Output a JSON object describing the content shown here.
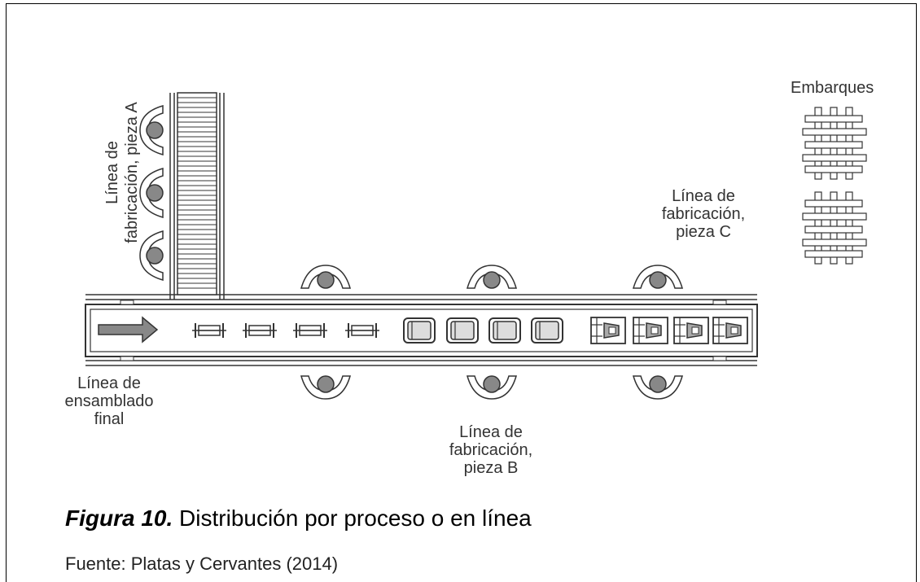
{
  "labels": {
    "piece_a_line1": "Línea de",
    "piece_a_line2": "fabricación, pieza A",
    "piece_c_line1": "Línea de",
    "piece_c_line2": "fabricación,",
    "piece_c_line3": "pieza C",
    "shipping": "Embarques",
    "final_line1": "Línea de",
    "final_line2": "ensamblado",
    "final_line3": "final",
    "piece_b_line1": "Línea de",
    "piece_b_line2": "fabricación,",
    "piece_b_line3": "pieza B"
  },
  "caption": {
    "figure_label": "Figura 10.",
    "title": "Distribución por proceso o en línea"
  },
  "source": "Fuente: Platas y Cervantes (2014)",
  "colors": {
    "ink": "#333333",
    "worker": "#888888",
    "part": "#aaaaaa",
    "belt": "#dddddd"
  }
}
